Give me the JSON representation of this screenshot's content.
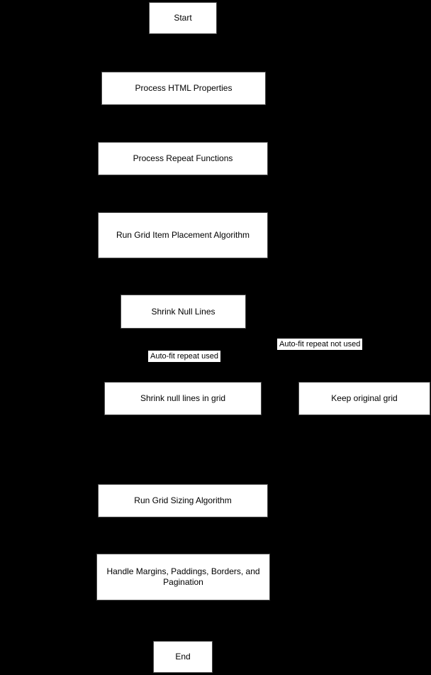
{
  "diagram": {
    "type": "flowchart",
    "colors": {
      "background": "#000000",
      "node_background": "#ffffff",
      "node_text": "#000000"
    },
    "nodes": {
      "start": {
        "label": "Start"
      },
      "process_html": {
        "label": "Process HTML Properties"
      },
      "process_repeat": {
        "label": "Process Repeat Functions"
      },
      "placement_algorithm": {
        "label": "Run Grid Item Placement Algorithm"
      },
      "shrink_null_lines": {
        "label": "Shrink Null Lines"
      },
      "shrink_in_grid": {
        "label": "Shrink null lines in grid"
      },
      "keep_original_grid": {
        "label": "Keep original grid"
      },
      "sizing_algorithm": {
        "label": "Run Grid Sizing Algorithm"
      },
      "handle_margins": {
        "label": "Handle Margins, Paddings, Borders, and Pagination"
      },
      "end": {
        "label": "End"
      }
    },
    "edge_labels": {
      "auto_fit_used": "Auto-fit repeat used",
      "auto_fit_not_used": "Auto-fit repeat not used"
    }
  }
}
